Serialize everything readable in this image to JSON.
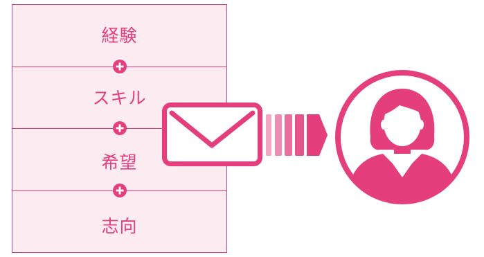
{
  "items": [
    {
      "label": "経験"
    },
    {
      "label": "スキル"
    },
    {
      "label": "希望"
    },
    {
      "label": "志向"
    }
  ],
  "icons": {
    "plus": "plus-circle-icon",
    "envelope": "envelope-icon",
    "arrow": "arrow-right-icon",
    "person": "businesswoman-avatar-icon"
  },
  "colors": {
    "accent": "#e43f7c",
    "panel_fill": "#fcecf1",
    "arrow_light": "#f4a6c2",
    "arrow_mid": "#ea6f9c"
  }
}
